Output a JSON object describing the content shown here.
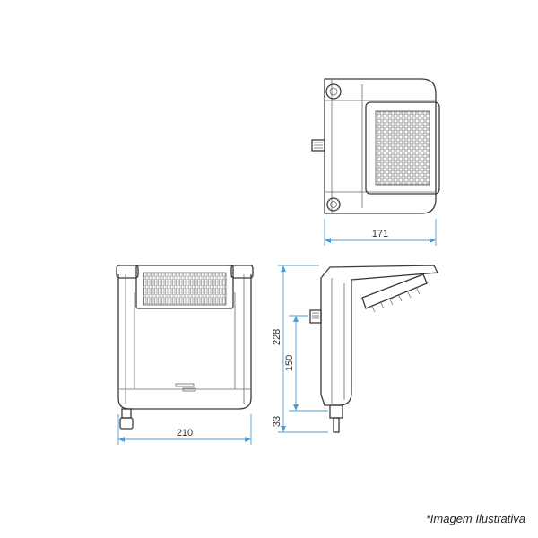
{
  "dimensions": {
    "top_width": "171",
    "front_width": "210",
    "side_height_total": "228",
    "side_height_body": "150",
    "side_height_bottom": "33"
  },
  "caption": "*Imagem Ilustrativa",
  "colors": {
    "outline": "#3a3a3a",
    "dimension_line": "#4a9ed4",
    "background": "#ffffff"
  }
}
